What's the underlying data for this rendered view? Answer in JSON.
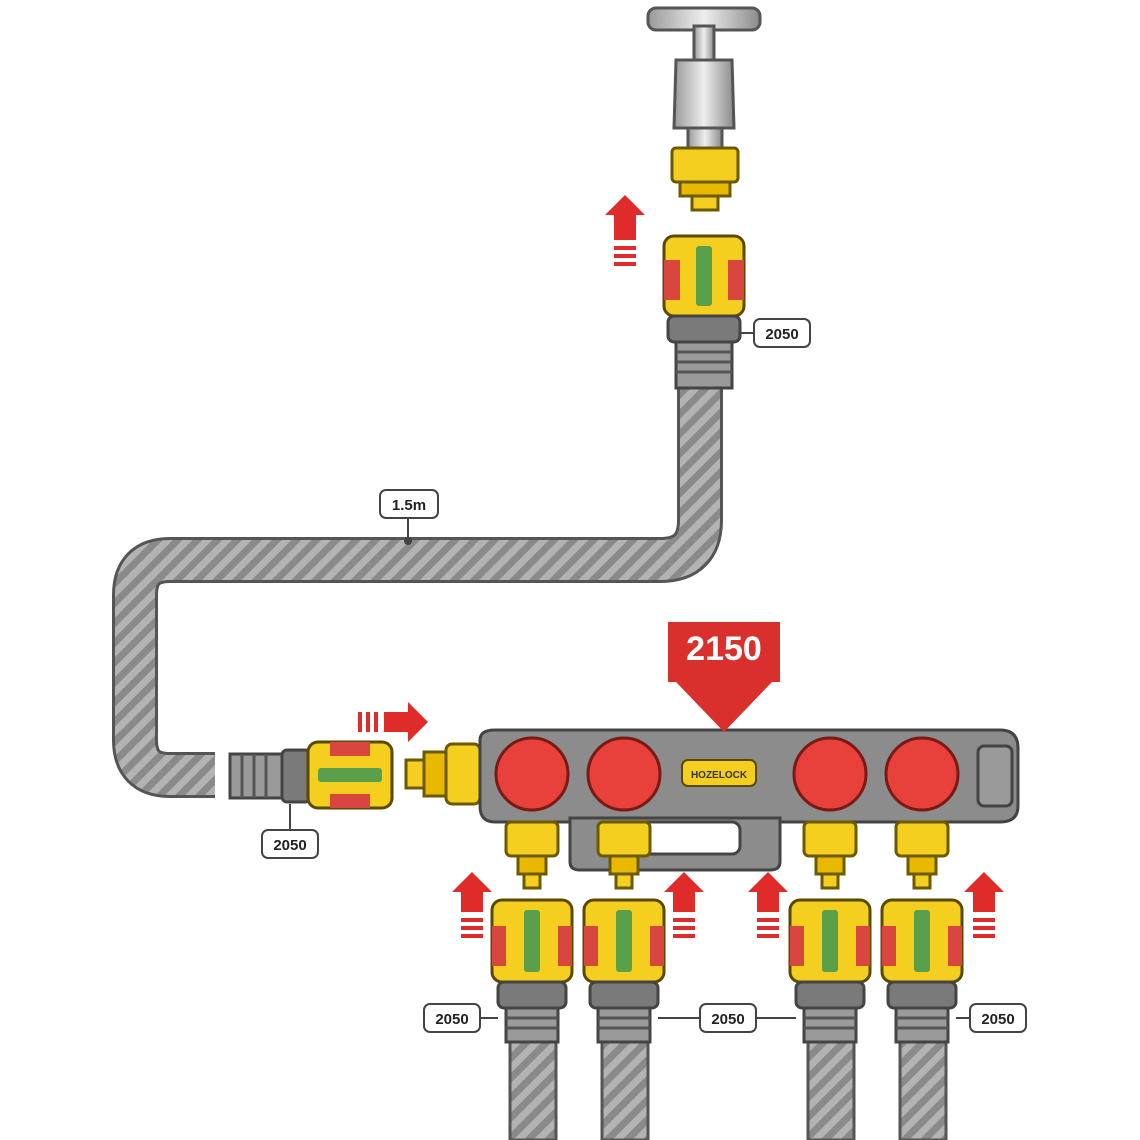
{
  "colors": {
    "hose": "#a8a8a8",
    "hose_dark": "#6f6f6f",
    "connector_yellow": "#f5cf1f",
    "connector_red": "#d9463f",
    "tap_chrome": "#c8c8c8",
    "manifold_gray": "#8c8c8c",
    "arrow_red": "#e02b2b"
  },
  "labels": {
    "hose_length": "1.5m",
    "manifold_part": "2150",
    "tap_connector_part": "2050",
    "inlet_connector_part": "2050",
    "outlet_left_part": "2050",
    "outlet_mid_part": "2050",
    "outlet_right_part": "2050",
    "brand": "HOZELOCK"
  },
  "icons": {
    "tap": "outdoor-tap-icon",
    "arrow": "push-arrow-icon",
    "valve": "valve-knob-icon"
  }
}
